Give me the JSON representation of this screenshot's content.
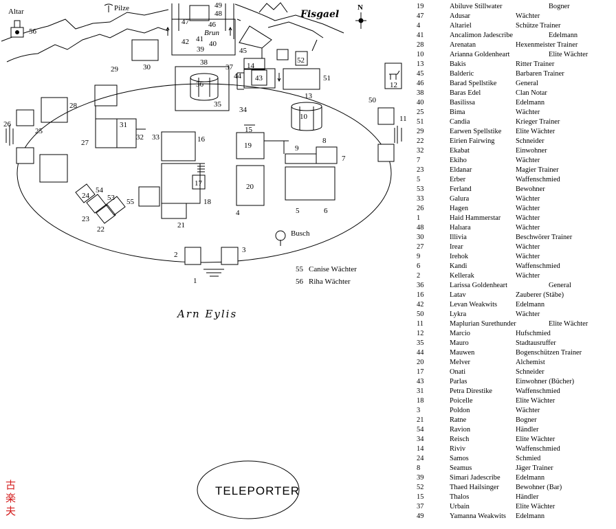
{
  "map_labels": {
    "town_name": "Fisgael",
    "region_name": "Arn Eylis",
    "teleporter": "TELEPORTER",
    "altar": "Altar",
    "pilze": "Pilze",
    "brun": "Brun",
    "busch": "Busch",
    "north": "N"
  },
  "notes": [
    {
      "num": "55",
      "text": "Canise  Wächter"
    },
    {
      "num": "56",
      "text": "Riha  Wächter"
    }
  ],
  "kanji": [
    "古",
    "楽",
    "夫"
  ],
  "legend": [
    {
      "num": "19",
      "name": "Abiluve Stillwater",
      "role": "Bogner"
    },
    {
      "num": "47",
      "name": "Adusar",
      "role": "Wächter"
    },
    {
      "num": "4",
      "name": "Altariel",
      "role": "Schütze Trainer"
    },
    {
      "num": "41",
      "name": "Ancalimon Jadescribe",
      "role": "Edelmann"
    },
    {
      "num": "28",
      "name": "Arenatan",
      "role": "Hexenmeister Trainer"
    },
    {
      "num": "10",
      "name": "Arianna Goldenheart",
      "role": "Elite Wächter"
    },
    {
      "num": "13",
      "name": "Bakis",
      "role": "Ritter Trainer"
    },
    {
      "num": "45",
      "name": "Balderic",
      "role": "Barbaren Trainer"
    },
    {
      "num": "46",
      "name": "Barad Spellstike",
      "role": "General"
    },
    {
      "num": "38",
      "name": "Baras Edel",
      "role": "Clan Notar"
    },
    {
      "num": "40",
      "name": "Basilissa",
      "role": "Edelmann"
    },
    {
      "num": "25",
      "name": "Bima",
      "role": "Wächter"
    },
    {
      "num": "51",
      "name": "Candia",
      "role": "Krieger Trainer"
    },
    {
      "num": "29",
      "name": "Earwen Spellstike",
      "role": "Elite Wächter"
    },
    {
      "num": "22",
      "name": "Eirien Fairwing",
      "role": "Schneider"
    },
    {
      "num": "32",
      "name": "Ekabat",
      "role": "Einwohner"
    },
    {
      "num": "7",
      "name": "Ekiho",
      "role": "Wächter"
    },
    {
      "num": "23",
      "name": "Eldanar",
      "role": "Magier Trainer"
    },
    {
      "num": "5",
      "name": "Erber",
      "role": "Waffenschmied"
    },
    {
      "num": "53",
      "name": "Ferland",
      "role": "Bewohner"
    },
    {
      "num": "33",
      "name": "Galura",
      "role": "Wächter"
    },
    {
      "num": "26",
      "name": "Hagen",
      "role": "Wächter"
    },
    {
      "num": "1",
      "name": "Haid Hammerstar",
      "role": "Wächter"
    },
    {
      "num": "48",
      "name": "Halıara",
      "role": "Wächter"
    },
    {
      "num": "30",
      "name": "Illivia",
      "role": "Beschwörer Trainer"
    },
    {
      "num": "27",
      "name": "Irear",
      "role": "Wächter"
    },
    {
      "num": "9",
      "name": "Irehok",
      "role": "Wächter"
    },
    {
      "num": "6",
      "name": "Kandi",
      "role": "Waffenschmied"
    },
    {
      "num": "2",
      "name": "Kellerak",
      "role": "Wächter"
    },
    {
      "num": "36",
      "name": "Larissa Goldenheart",
      "role": "General"
    },
    {
      "num": "16",
      "name": "Latav",
      "role": "Zauberer (Stäbe)"
    },
    {
      "num": "42",
      "name": "Levan Weakwits",
      "role": "Edelmann"
    },
    {
      "num": "50",
      "name": "Lykra",
      "role": "Wächter"
    },
    {
      "num": "11",
      "name": "Maplurian Surethunder",
      "role": "Elite Wächter"
    },
    {
      "num": "12",
      "name": "Marcio",
      "role": "Hufschmied"
    },
    {
      "num": "35",
      "name": "Mauro",
      "role": "Stadtausruffer"
    },
    {
      "num": "44",
      "name": "Mauwen",
      "role": "Bogenschützen Trainer"
    },
    {
      "num": "20",
      "name": "Melver",
      "role": "Alchemist"
    },
    {
      "num": "17",
      "name": "Onati",
      "role": "Schneider"
    },
    {
      "num": "43",
      "name": "Parlas",
      "role": "Einwohner (Bücher)"
    },
    {
      "num": "31",
      "name": "Petra Direstike",
      "role": "Waffenschmied"
    },
    {
      "num": "18",
      "name": "Poicelle",
      "role": "Elite Wächter"
    },
    {
      "num": "3",
      "name": "Poldon",
      "role": "Wächter"
    },
    {
      "num": "21",
      "name": "Ratne",
      "role": "Bogner"
    },
    {
      "num": "54",
      "name": "Ravion",
      "role": "Händler"
    },
    {
      "num": "34",
      "name": "Reisch",
      "role": "Elite Wächter"
    },
    {
      "num": "14",
      "name": "Riviv",
      "role": "Waffenschmied"
    },
    {
      "num": "24",
      "name": "Samos",
      "role": "Schmied"
    },
    {
      "num": "8",
      "name": "Seamus",
      "role": "Jäger Trainer"
    },
    {
      "num": "39",
      "name": "Simari Jadescribe",
      "role": "Edelmann"
    },
    {
      "num": "52",
      "name": "Thaed Hailsinger",
      "role": "Bewohner (Bar)"
    },
    {
      "num": "15",
      "name": "Thalos",
      "role": "Händler"
    },
    {
      "num": "37",
      "name": "Urbain",
      "role": "Elite Wächter"
    },
    {
      "num": "49",
      "name": "Yamanna Weakwits",
      "role": "Edelmann"
    }
  ],
  "map_numbers": [
    "1",
    "2",
    "3",
    "4",
    "5",
    "6",
    "7",
    "8",
    "9",
    "10",
    "11",
    "12",
    "13",
    "14",
    "15",
    "16",
    "17",
    "18",
    "19",
    "20",
    "21",
    "22",
    "23",
    "24",
    "25",
    "26",
    "27",
    "28",
    "29",
    "30",
    "31",
    "32",
    "33",
    "34",
    "35",
    "36",
    "37",
    "38",
    "39",
    "40",
    "41",
    "42",
    "43",
    "44",
    "45",
    "46",
    "47",
    "48",
    "49",
    "50",
    "51",
    "52",
    "53",
    "54",
    "55",
    "56"
  ]
}
